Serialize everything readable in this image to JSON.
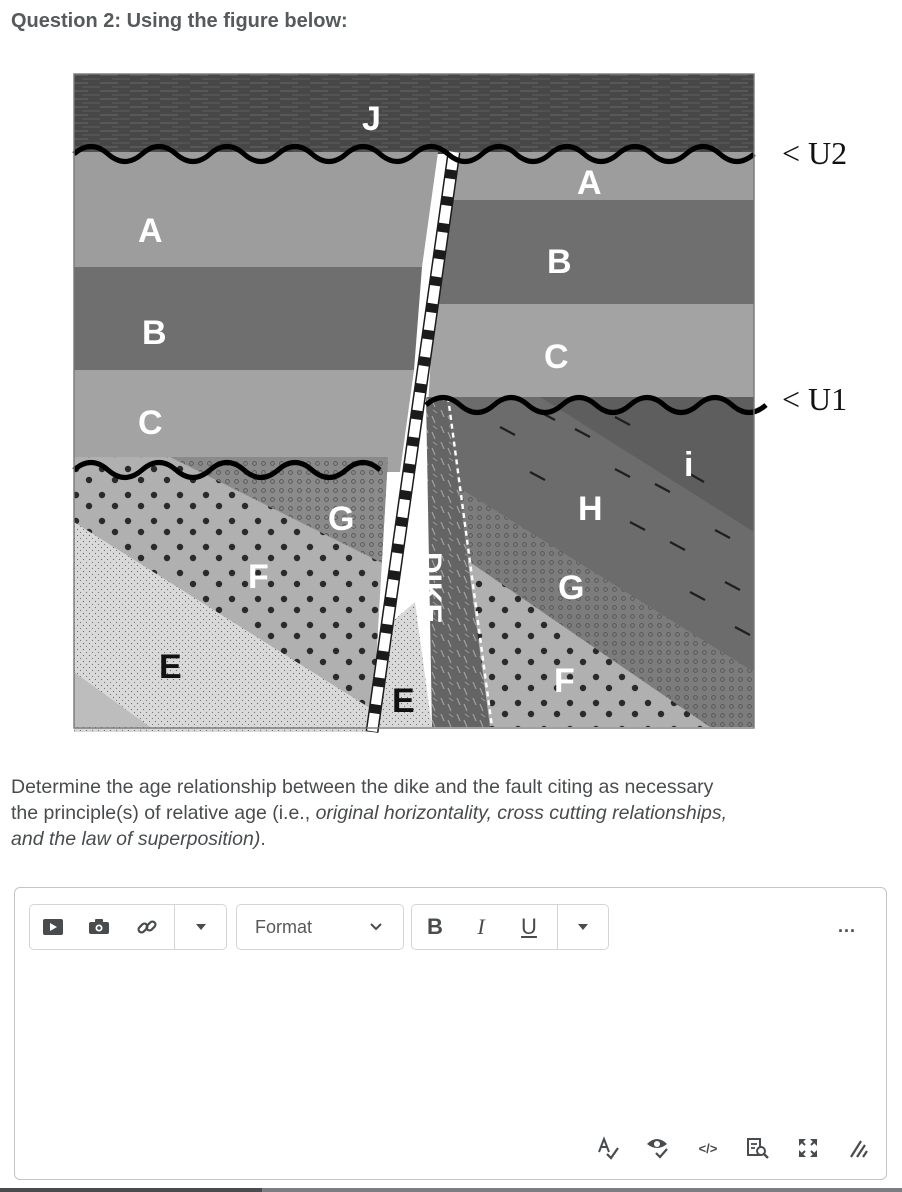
{
  "question": {
    "title": "Question 2: Using the figure below:"
  },
  "figure": {
    "labels": {
      "j": "J",
      "a_left": "A",
      "b_left": "B",
      "c_left": "C",
      "a_right": "A",
      "b_right": "B",
      "c_right": "C",
      "g_left": "G",
      "f_left": "F",
      "e_left": "E",
      "e_mid": "E",
      "dike": "DIKE",
      "h": "H",
      "i": "i",
      "g_right": "G",
      "f_right": "F",
      "u2": "< U2",
      "u1": "< U1"
    },
    "colors": {
      "layer_j": "#474747",
      "layer_a": "#9d9d9d",
      "layer_b": "#6f6f6f",
      "layer_c": "#a3a3a3",
      "layer_g": "#7c7c7c",
      "layer_f": "#b0b0b0",
      "layer_e": "#d9d9d9",
      "dike": "#646464",
      "layer_h": "#6c6c6c",
      "layer_i": "#5e5e5e"
    }
  },
  "prompt": {
    "line1": "Determine the age relationship between the dike and the fault citing as necessary",
    "line2_plain": "the principle(s) of relative age (i.e., ",
    "line2_italic": "original horizontality, cross cutting relationships,",
    "line3_italic": "and the law of superposition)",
    "line3_end": "."
  },
  "editor": {
    "toolbar": {
      "insert_video_icon": "video-icon",
      "insert_photo_icon": "camera-icon",
      "insert_link_icon": "link-icon",
      "more_insert_icon": "caret-down-icon",
      "format_label": "Format",
      "format_chevron_icon": "chevron-down-icon",
      "bold_label": "B",
      "italic_label": "I",
      "underline_label": "U",
      "more_format_icon": "caret-down-icon",
      "more_actions_label": "..."
    },
    "bottom_tools": {
      "spellcheck_icon": "spellcheck-icon",
      "accessibility_icon": "accessibility-checker-icon",
      "source_code_label": "</>",
      "preview_icon": "preview-icon",
      "fullscreen_icon": "fullscreen-icon",
      "resize_icon": "resize-handle-icon"
    }
  }
}
